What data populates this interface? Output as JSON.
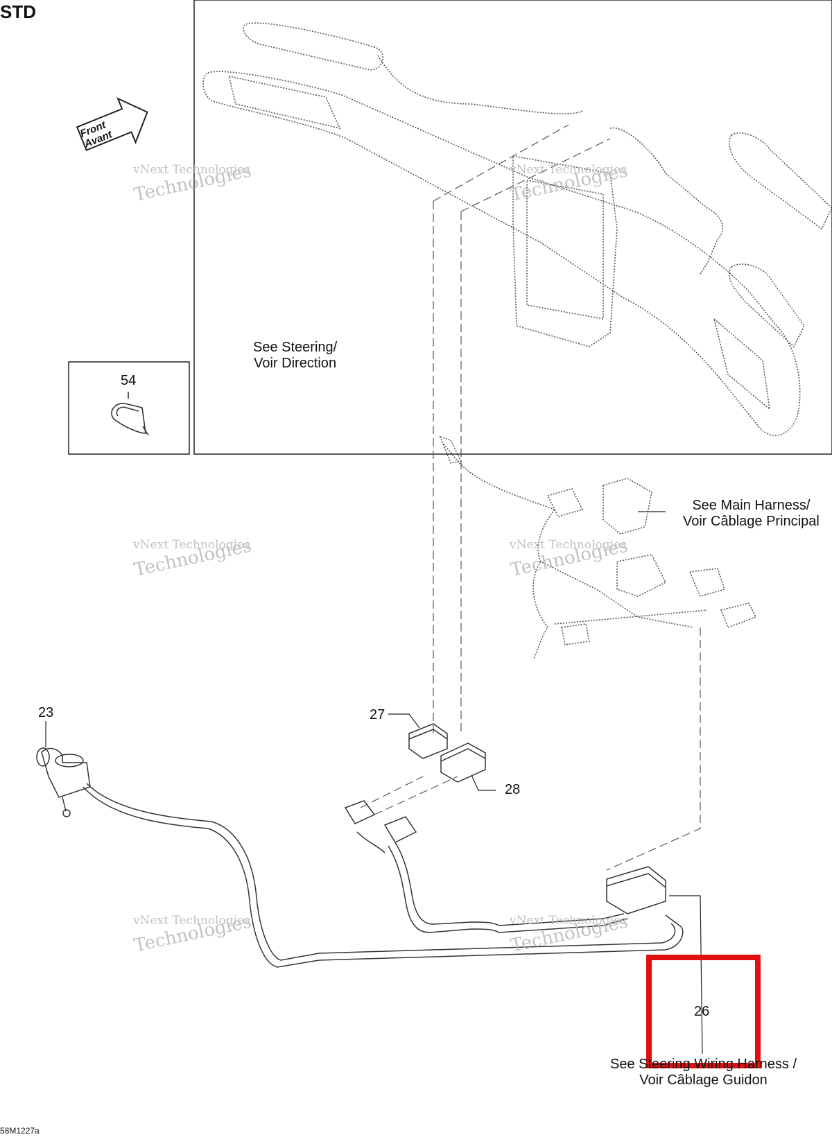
{
  "header": {
    "label": "STD"
  },
  "orientation": {
    "line1": "Front",
    "line2": "Avant"
  },
  "callouts": {
    "c54": "54",
    "c23": "23",
    "c27": "27",
    "c28": "28",
    "c26": "26"
  },
  "notes": {
    "steering": {
      "line1": "See Steering/",
      "line2": "Voir Direction"
    },
    "main_harness": {
      "line1": "See Main Harness/",
      "line2": "Voir Câblage Principal"
    },
    "steering_wiring": {
      "line1": "See Steering Wiring Harness /",
      "line2": "Voir Câblage Guidon"
    }
  },
  "watermark": {
    "line1": "vNext Technologies",
    "line2": "Technologies"
  },
  "footer": {
    "code": "58M1227a"
  },
  "highlight": {
    "color": "#e01010"
  }
}
